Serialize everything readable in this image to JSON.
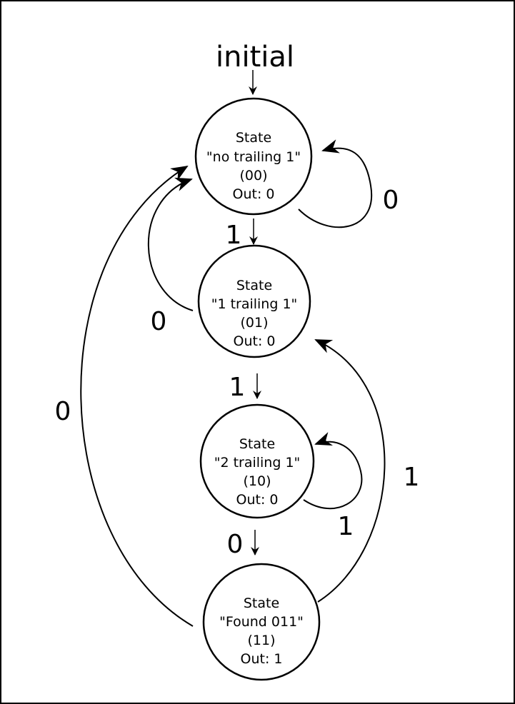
{
  "initial_label": "initial",
  "states": [
    {
      "line1": "State",
      "line2": "\"no trailing 1\"",
      "code": "(00)",
      "output": "Out: 0"
    },
    {
      "line1": "State",
      "line2": "\"1 trailing 1\"",
      "code": "(01)",
      "output": "Out: 0"
    },
    {
      "line1": "State",
      "line2": "\"2 trailing 1\"",
      "code": "(10)",
      "output": "Out: 0"
    },
    {
      "line1": "State",
      "line2": "\"Found 011\"",
      "code": "(11)",
      "output": "Out: 1"
    }
  ],
  "transitions": {
    "s0_self": "0",
    "s0_to_s1": "1",
    "s1_to_s0": "0",
    "s1_to_s2": "1",
    "s2_self": "1",
    "s2_to_s3": "0",
    "s3_to_s0": "0",
    "s3_to_s1": "1"
  }
}
